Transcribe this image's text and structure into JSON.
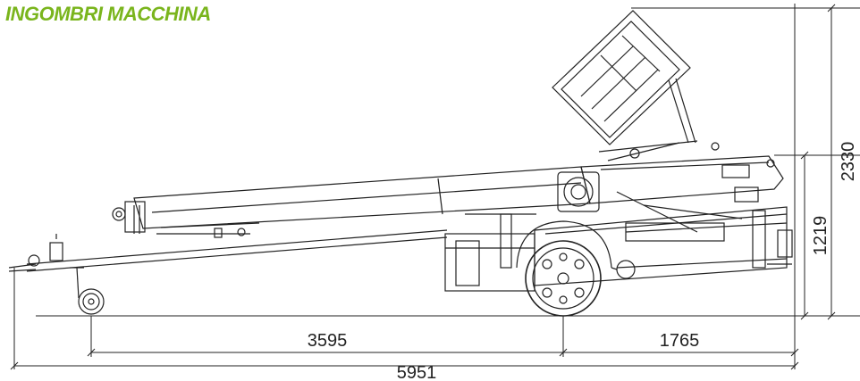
{
  "title": "INGOMBRI MACCHINA",
  "accent_color": "#7ab51d",
  "line_color": "#222222",
  "dimensions": {
    "wheelbase_front": "3595",
    "wheelbase_rear": "1765",
    "overall_length": "5951",
    "max_height": "2330",
    "deck_height": "1219"
  }
}
